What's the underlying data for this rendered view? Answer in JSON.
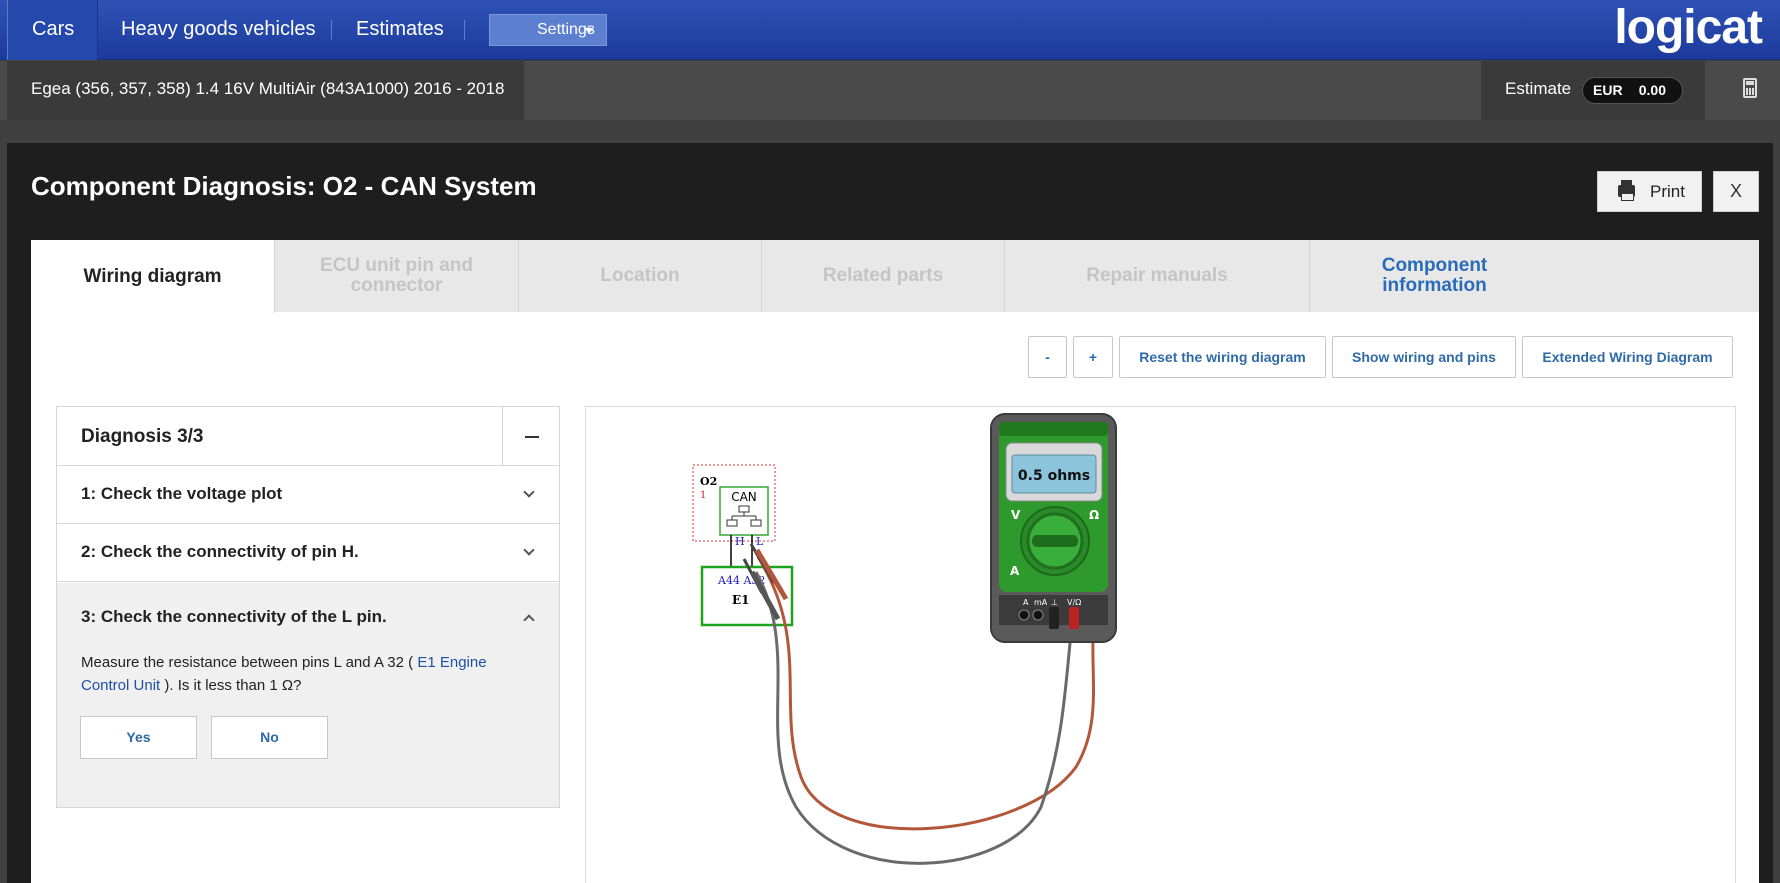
{
  "nav": {
    "items": [
      "Cars",
      "Heavy goods vehicles",
      "Estimates"
    ],
    "settings_label": "Settings",
    "logo": "logicat"
  },
  "vehicle": {
    "title": "Egea (356, 357, 358) 1.4 16V MultiAir (843A1000) 2016 - 2018",
    "estimate_label": "Estimate",
    "currency": "EUR",
    "amount": "0.00"
  },
  "modal": {
    "title": "Component Diagnosis: O2 - CAN System",
    "print_label": "Print",
    "close_label": "X"
  },
  "tabs": [
    "Wiring diagram",
    "ECU unit pin and connector",
    "Location",
    "Related parts",
    "Repair manuals",
    "Component information"
  ],
  "toolbar": {
    "zoom_out": "-",
    "zoom_in": "+",
    "reset": "Reset the wiring diagram",
    "show_wiring": "Show wiring and pins",
    "extended": "Extended Wiring Diagram"
  },
  "diagnosis": {
    "title": "Diagnosis 3/3",
    "steps": [
      "1: Check the voltage plot",
      "2: Check the connectivity of pin H.",
      "3: Check the connectivity of the L pin."
    ],
    "desc_before": "Measure the resistance between pins L and A 32 ( ",
    "desc_link": "E1 Engine Control Unit",
    "desc_after": " ). Is it less than 1 Ω?",
    "yes": "Yes",
    "no": "No"
  },
  "diagram": {
    "component": "O2",
    "component_num": "1",
    "can_label": "CAN",
    "pin_h": "H",
    "pin_l": "L",
    "ecu_pins": "A44 A32",
    "ecu_label": "E1",
    "meter_reading": "0.5 ohms",
    "meter_v": "V",
    "meter_ohm": "Ω",
    "meter_a": "A",
    "jack_a": "A",
    "jack_ma": "mA",
    "jack_com": "⊥",
    "jack_vohm": "V/Ω"
  }
}
